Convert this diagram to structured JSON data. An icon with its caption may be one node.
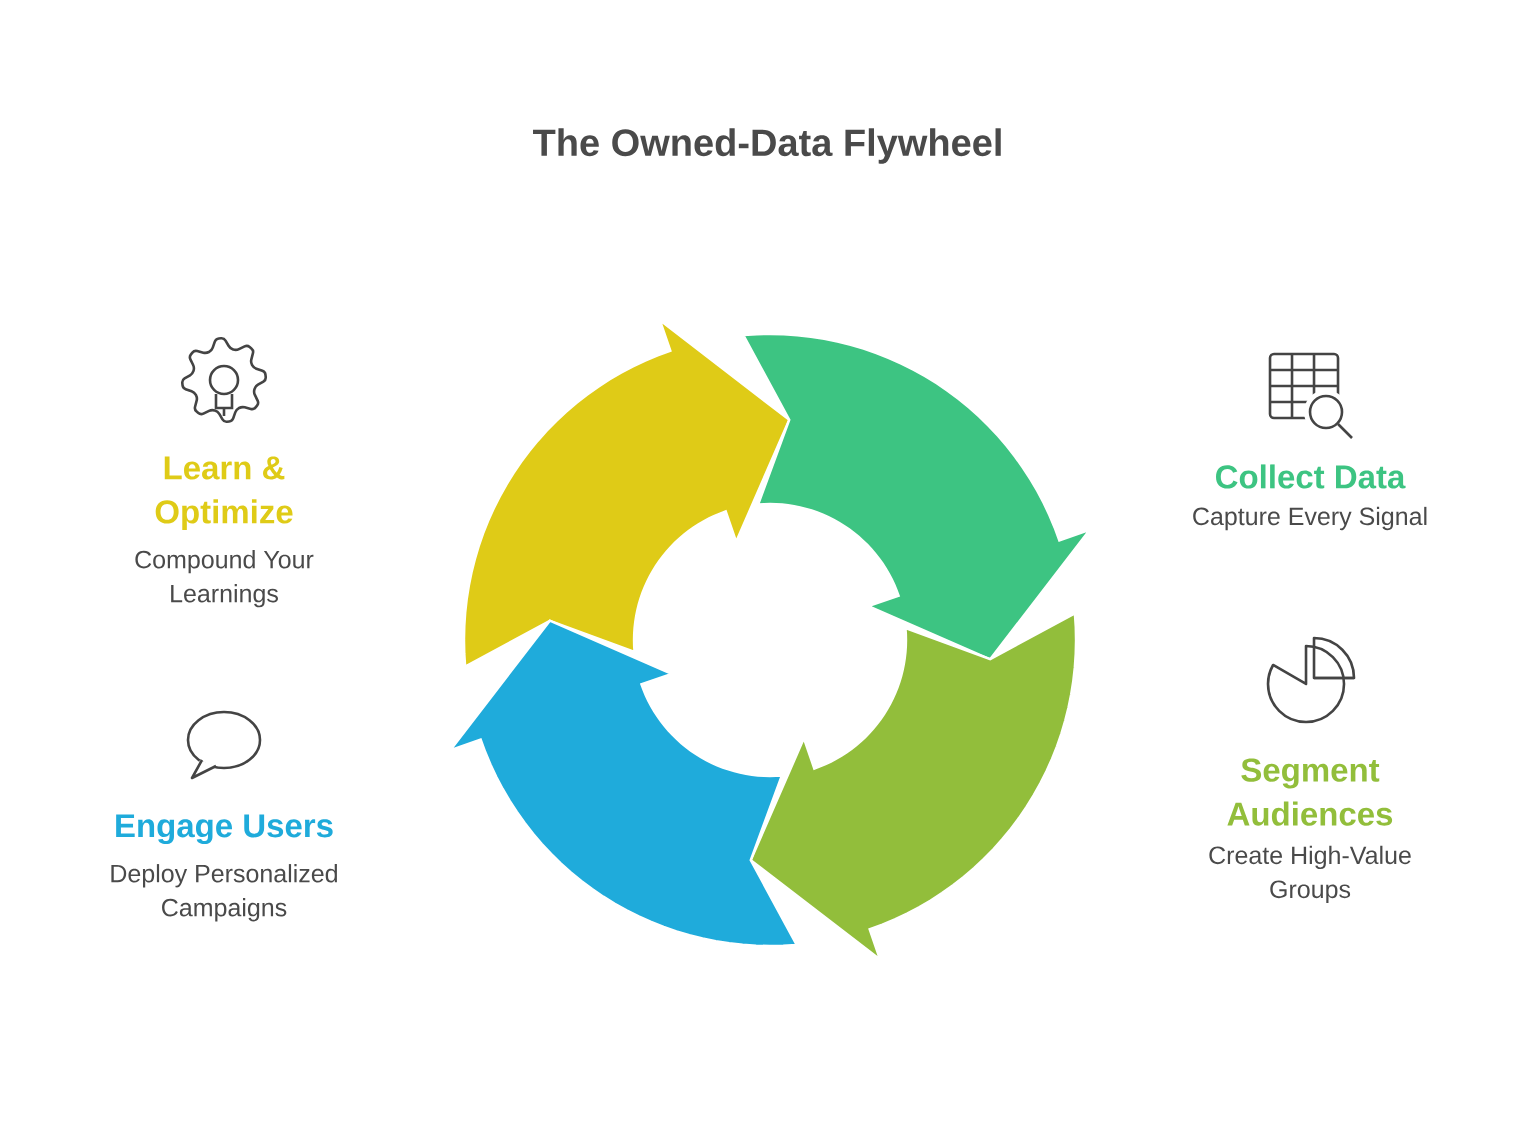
{
  "diagram": {
    "title": "The Owned-Data Flywheel",
    "nodes": [
      {
        "text": [
          "Learn & Optimize",
          "Compound Your Learnings"
        ]
      },
      {
        "text": [
          "Collect Data",
          "Capture Every Signal"
        ]
      },
      {
        "text": [
          "Engage Users",
          "Deploy Personalized Campaigns"
        ]
      },
      {
        "text": [
          "Segment Audiences",
          "Create High-Value Groups"
        ]
      }
    ]
  }
}
